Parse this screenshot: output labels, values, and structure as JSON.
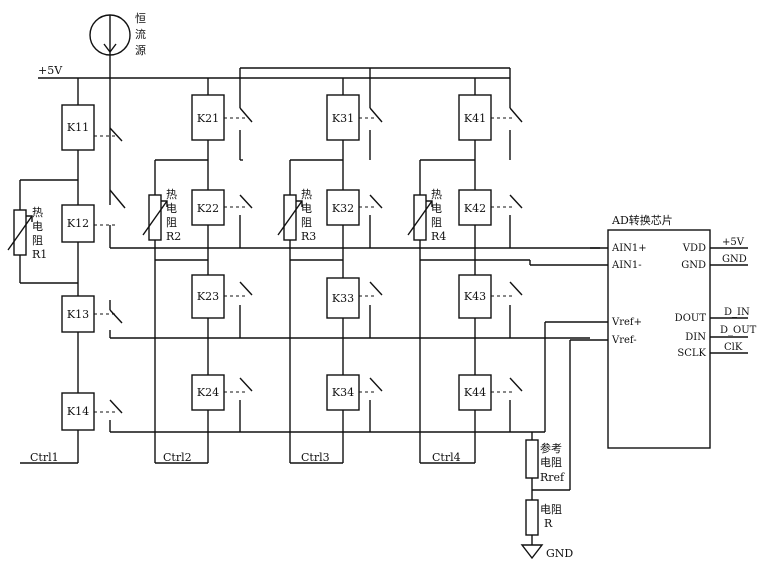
{
  "supply": {
    "label": "+5V"
  },
  "current_source": {
    "label_lines": [
      "恒",
      "流",
      "源"
    ]
  },
  "relays": {
    "col1": [
      "K11",
      "K12",
      "K13",
      "K14"
    ],
    "col2": [
      "K21",
      "K22",
      "K23",
      "K24"
    ],
    "col3": [
      "K31",
      "K32",
      "K33",
      "K34"
    ],
    "col4": [
      "K41",
      "K42",
      "K43",
      "K44"
    ]
  },
  "thermistors": [
    {
      "lines": [
        "热",
        "电",
        "阻"
      ],
      "name": "R1"
    },
    {
      "lines": [
        "热",
        "电",
        "阻"
      ],
      "name": "R2"
    },
    {
      "lines": [
        "热",
        "电",
        "阻"
      ],
      "name": "R3"
    },
    {
      "lines": [
        "热",
        "电",
        "阻"
      ],
      "name": "R4"
    }
  ],
  "controls": [
    "Ctrl1",
    "Ctrl2",
    "Ctrl3",
    "Ctrl4"
  ],
  "ad_chip": {
    "title": "AD转换芯片",
    "left_pins": [
      "AIN1+",
      "AIN1-",
      "Vref+",
      "Vref-"
    ],
    "right_pins": [
      "VDD",
      "GND",
      "DOUT",
      "DIN",
      "SCLK"
    ],
    "right_signals": [
      "+5V",
      "GND",
      "D_IN",
      "D_OUT",
      "ClK"
    ]
  },
  "reference_resistor": {
    "lines": [
      "参考",
      "电阻"
    ],
    "name": "Rref"
  },
  "resistor": {
    "lines": [
      "电阻"
    ],
    "name": "R"
  },
  "ground": {
    "label": "GND"
  }
}
